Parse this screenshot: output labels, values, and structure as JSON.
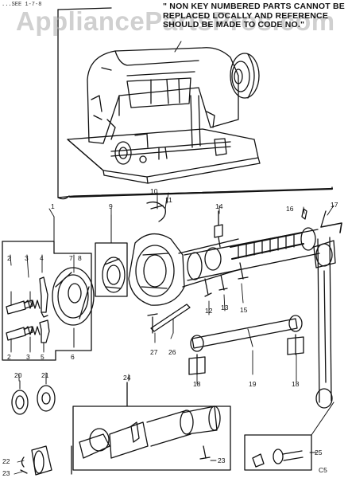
{
  "header_code": "...SEE 1-7-8",
  "watermark": "AppliancePartsPros.com",
  "note": "\" NON KEY NUMBERED PARTS CANNOT BE REPLACED LOCALLY AND REFERENCE SHOULD BE MADE TO CODE NO.\"",
  "figure_code": "C5",
  "part_numbers": {
    "p1": "1",
    "p2a": "2",
    "p2b": "2",
    "p3a": "3",
    "p3b": "3",
    "p4": "4",
    "p5": "5",
    "p6": "6",
    "p7": "7",
    "p8": "8",
    "p9": "9",
    "p10": "10",
    "p11": "11",
    "p12": "12",
    "p13": "13",
    "p14": "14",
    "p15": "15",
    "p16": "16",
    "p17": "17",
    "p18a": "18",
    "p18b": "18",
    "p19": "19",
    "p20": "20",
    "p21": "21",
    "p22": "22",
    "p23a": "23",
    "p23b": "23",
    "p24": "24",
    "p25": "25",
    "p26": "26",
    "p27": "27"
  }
}
